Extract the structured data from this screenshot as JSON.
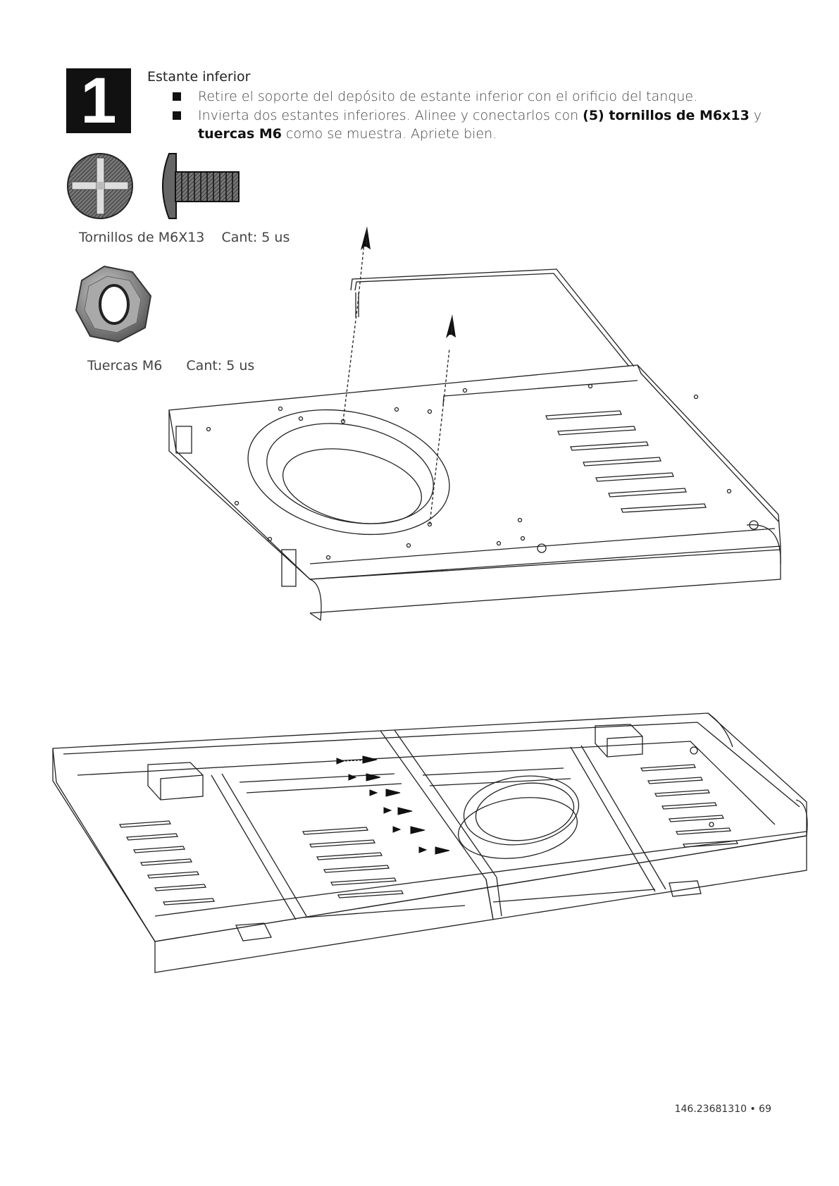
{
  "step": {
    "number": "1",
    "title": "Estante inferior",
    "bullet1": "Retire el soporte del depósito de estante inferior con el orificio del tanque.",
    "bullet2_a": "Invierta dos estantes inferiores. Alinee y conectarlos con ",
    "bullet2_b": "(5) tornillos de M6x13",
    "bullet2_c": " y ",
    "bullet2_d": "tuercas M6",
    "bullet2_e": " como se muestra. Apriete bien."
  },
  "parts": {
    "screw_name": "Tornillos de M6X13",
    "screw_qty": "Cant: 5 us",
    "nut_name": "Tuercas M6",
    "nut_qty": "Cant: 5 us"
  },
  "footer": {
    "page_ref": "146.23681310 • 69"
  },
  "icons": [
    "screw-head-icon",
    "screw-side-icon",
    "hex-nut-icon",
    "arrow-up-icon"
  ]
}
